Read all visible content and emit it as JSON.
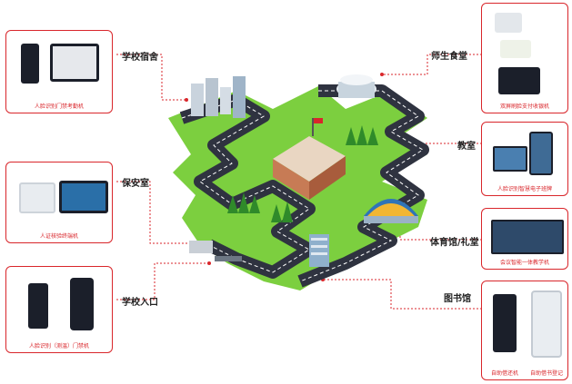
{
  "labels": {
    "dorm": "学校宿舍",
    "security": "保安室",
    "entrance": "学校入口",
    "canteen": "师生食堂",
    "classroom": "教室",
    "gym": "体育馆/礼堂",
    "library": "图书馆"
  },
  "cards": {
    "dorm_card": "人脸识别门禁考勤机",
    "security_card": "人证核验终端机",
    "entrance_card": "人脸识别（测温）门禁机",
    "canteen_card": "双屏刷脸支付收银机",
    "classroom_card": "人脸识别智慧电子班牌",
    "gym_card": "会议智能一体教学机",
    "library_card_left": "自助借还机",
    "library_card_right": "自助借书登记"
  },
  "colors": {
    "accent": "#d9262b",
    "road": "#2f3340",
    "grass": "#7ccf3f"
  }
}
